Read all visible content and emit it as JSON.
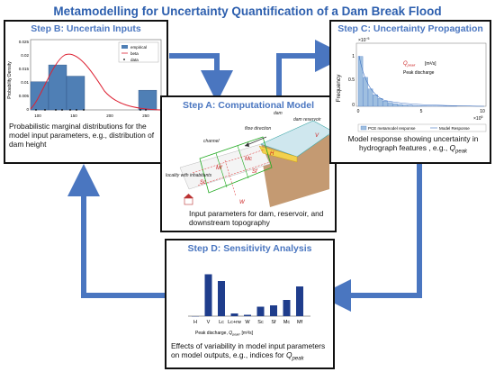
{
  "title": "Metamodelling for Uncertainty Quantification of a Dam Break Flood",
  "colors": {
    "accent": "#4a76c0",
    "title": "#2d5fae",
    "arrow": "#4a76c0",
    "bar": "#1f3d8c",
    "hist": "#4f7fb5"
  },
  "step_b": {
    "title": "Step B: Uncertain Inputs",
    "caption": "Probabilistic marginal distributions for the model input parameters, e.g., distribution of dam height",
    "ylabel": "Probability Density",
    "yticks": [
      "0.025",
      "0.02",
      "0.015",
      "0.01",
      "0.005",
      "0"
    ],
    "xticks": [
      "100",
      "150",
      "200",
      "250"
    ],
    "legend": [
      "empirical",
      "beta",
      "data"
    ]
  },
  "step_a": {
    "title": "Step A: Computational Model",
    "caption": "Input parameters for dam, reservoir, and downstream topography",
    "labels": {
      "dam": "dam",
      "reservoir": "dam reservoir",
      "flow": "flow direction",
      "channel": "channel",
      "locality": "locality with inhabitants",
      "V": "V",
      "H": "H",
      "W": "W",
      "Mc": "Mc",
      "Mf": "Mf",
      "Sc": "Sc",
      "Sf": "Sf"
    }
  },
  "step_c": {
    "title": "Step C: Uncertainty Propagation",
    "caption": "Model response showing uncertainty in hydrograph features , e.g.,",
    "caption_var": "Q",
    "caption_sub": "peak",
    "ylabel": "Frequency",
    "y_exponent": "×10",
    "y_exponent_power": "−5",
    "x_exponent": "×10",
    "x_exponent_power": "5",
    "yticks": [
      "1",
      "0.5",
      "0"
    ],
    "xticks": [
      "0",
      "5",
      "10"
    ],
    "annotation_var": "Q",
    "annotation_sub": "peak",
    "annotation_unit": "[m³/s]",
    "annotation_text": "Peak discharge",
    "legend": [
      "PCE metamodel response",
      "Model Response"
    ]
  },
  "step_d": {
    "title": "Step D: Sensitivity Analysis",
    "caption": "Effects of variability in model input parameters on model outputs, e.g., indices for",
    "caption_var": "Q",
    "caption_sub": "peak",
    "xlabel": "Peak discharge, ",
    "xlabel_var": "Q",
    "xlabel_sub": "peak",
    "xlabel_unit": ", [m³/s]"
  },
  "chart_data": [
    {
      "type": "bar",
      "title": "Step D: Sensitivity Analysis",
      "categories": [
        "H",
        "V",
        "Lc",
        "Lc+rw",
        "W",
        "Sc",
        "Sf",
        "Mc",
        "Mf"
      ],
      "values": [
        0.0,
        0.31,
        0.26,
        0.02,
        0.01,
        0.07,
        0.08,
        0.12,
        0.22
      ],
      "ylim": [
        0,
        0.4
      ],
      "xlabel": "Peak discharge, Qpeak, [m3/s]"
    },
    {
      "type": "bar",
      "title": "Step B: Uncertain Inputs",
      "x": [
        100,
        125,
        150,
        175,
        200,
        225,
        250
      ],
      "values": [
        0.01,
        0.016,
        0.012,
        0.0,
        0.0,
        0.0,
        0.007
      ],
      "ylim": [
        0,
        0.025
      ],
      "ylabel": "Probability Density"
    },
    {
      "type": "bar",
      "title": "Step C: Uncertainty Propagation",
      "values": [
        0.95,
        0.55,
        0.33,
        0.22,
        0.15,
        0.1,
        0.07,
        0.05,
        0.035,
        0.025,
        0.02,
        0.015,
        0.01,
        0.008,
        0.006,
        0.005,
        0.004,
        0.003,
        0.002,
        0.002
      ],
      "ylim": [
        0,
        1.2
      ],
      "ylabel": "Frequency"
    }
  ]
}
